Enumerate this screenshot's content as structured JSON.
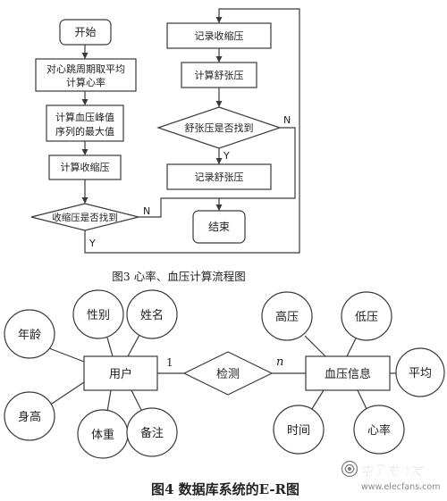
{
  "flowchart": {
    "start": "开始",
    "avg_rate": [
      "对心跳周期取平均",
      "计算心率"
    ],
    "peak_max": [
      "计算血压峰值",
      "序列的最大值"
    ],
    "calc_systolic": "计算收缩压",
    "systolic_found": "收缩压是否找到",
    "record_systolic": "记录收缩压",
    "calc_diastolic": "计算舒张压",
    "diastolic_found": "舒张压是否找到",
    "record_diastolic": "记录舒张压",
    "end": "结束",
    "label_n1": "N",
    "label_y1": "Y",
    "label_n2": "N",
    "label_y2": "Y"
  },
  "fig3_caption": "图3  心率、血压计算流程图",
  "er": {
    "entity_user": "用户",
    "entity_bp": "血压信息",
    "relation": "检测",
    "card_left": "1",
    "card_right": "n",
    "attr_age": "年龄",
    "attr_gender": "性别",
    "attr_name": "姓名",
    "attr_height": "身高",
    "attr_weight": "体重",
    "attr_note": "备注",
    "attr_high": "高压",
    "attr_low": "低压",
    "attr_avg": "平均",
    "attr_time": "时间",
    "attr_heart": "心率"
  },
  "fig4_caption": "图4   数据库系统的E-R图",
  "watermark": {
    "name": "电子发烧友",
    "url": "www.elecfans.com"
  }
}
